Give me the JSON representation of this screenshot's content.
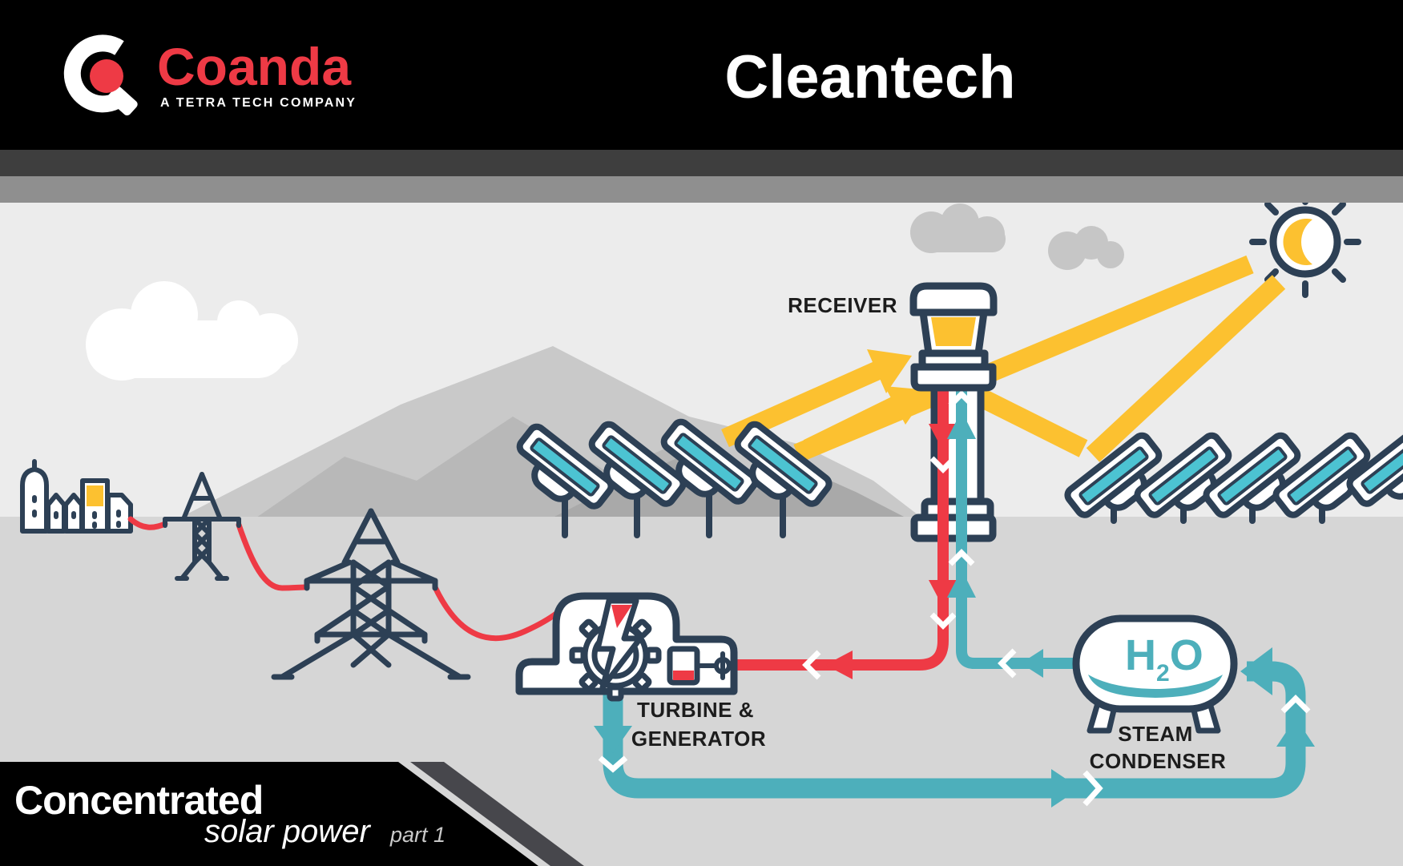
{
  "header": {
    "brand": "Coanda",
    "tagline": "A TETRA TECH COMPANY",
    "title": "Cleantech"
  },
  "banner": {
    "title": "Concentrated",
    "subtitle": "solar power",
    "part": "part 1"
  },
  "diagram": {
    "receiver_label": "RECEIVER",
    "turbine_label_line1": "TURBINE &",
    "turbine_label_line2": "GENERATOR",
    "condenser_label_line1": "STEAM",
    "condenser_label_line2": "CONDENSER",
    "h2o": {
      "h": "H",
      "subscript": "2",
      "o": "O"
    },
    "icons": [
      "sun-icon",
      "cloud-icon",
      "city-skyline-icon",
      "transmission-tower-icon",
      "heliostat-mirror-icon",
      "receiver-tower-icon",
      "turbine-generator-icon",
      "gear-icon",
      "lightning-bolt-icon",
      "oil-tank-icon",
      "steam-condenser-icon",
      "sunbeam-arrow",
      "pipe-arrow"
    ]
  },
  "colors": {
    "black": "#000000",
    "stripe_dark": "#3e3e3e",
    "stripe_mid": "#8f8f8f",
    "sky": "#ececec",
    "ground": "#d6d6d6",
    "mountain_light": "#c9c9c9",
    "mountain_mid": "#b8b8b8",
    "mountain_dark": "#a9a9a9",
    "cloud_gray": "#c6c6c6",
    "white": "#ffffff",
    "navy": "#2d4055",
    "red": "#ee3a45",
    "yellow": "#fcc130",
    "teal": "#4dafbb",
    "teal_light": "#4cc3d2",
    "label": "#1c1c1c",
    "banner_stripe": "#47474c",
    "part_text": "#c9c9c9"
  }
}
